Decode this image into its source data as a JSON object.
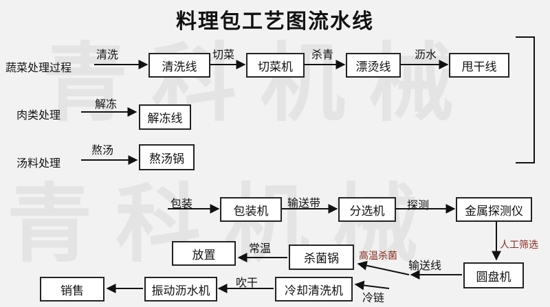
{
  "title": "料理包工艺图流水线",
  "watermark": "青科机械",
  "rows": {
    "vegetable": {
      "source": "蔬菜处理过程",
      "step1": "清洗",
      "box1": "清洗线",
      "edge1": "切菜",
      "box2": "切菜机",
      "edge2": "杀青",
      "box3": "漂烫线",
      "edge3": "沥水",
      "box4": "甩干线"
    },
    "meat": {
      "source": "肉类处理",
      "step1": "解冻",
      "box1": "解冻线"
    },
    "soup": {
      "source": "汤料处理",
      "step1": "熬汤",
      "box1": "熬汤锅"
    }
  },
  "packing": {
    "start": "包装",
    "box1": "包装机",
    "edge1": "输送带",
    "box2": "分选机",
    "edge2": "探测",
    "box3": "金属探测仪",
    "edge3": "人工筛选",
    "box4": "圆盘机",
    "edge4": "输送线",
    "box5": "杀菌锅",
    "edge5a": "高温杀菌",
    "edge5b": "常温",
    "box6": "放置",
    "edge6": "冷链",
    "box7": "冷却清洗机",
    "edge7": "吹干",
    "box8": "振动沥水机",
    "box9": "销售"
  }
}
